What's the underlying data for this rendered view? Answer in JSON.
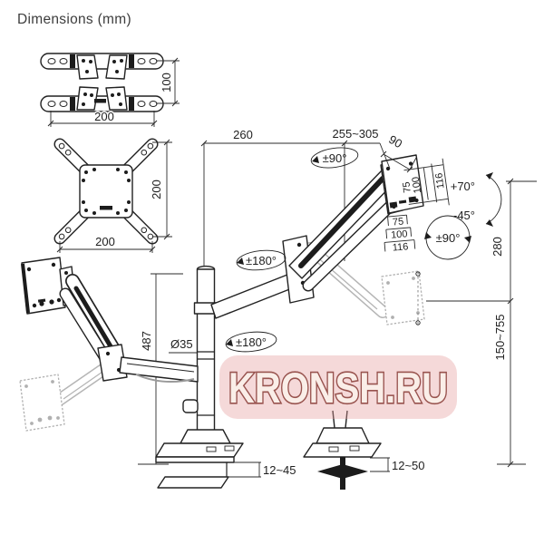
{
  "title": "Dimensions (mm)",
  "watermark": {
    "text": "KRONSH.RU",
    "bg_color": "#e59a9a",
    "text_color": "#8f4540"
  },
  "vesa_bar_adapter": {
    "height": "100",
    "width": "200"
  },
  "vesa_cross_adapter": {
    "height": "200",
    "width": "200"
  },
  "dimensions": {
    "left_arm_reach": "260",
    "right_arm_reach": "255~305",
    "head_offset": "90",
    "pole_height": "487",
    "pole_diameter": "Ø35",
    "lift_range": "280",
    "height_range": "150~755",
    "clamp_thickness": "12~45",
    "grommet_thickness": "12~50"
  },
  "angles": {
    "arm_swivel_top": "±90°",
    "upper_joint_swivel": "±180°",
    "lower_joint_swivel": "±180°",
    "tilt_up": "+70°",
    "tilt_down": "-45°",
    "plate_rotation": "±90°"
  },
  "vesa_plate": {
    "vertical": [
      "75",
      "100",
      "116"
    ],
    "horizontal": [
      "75",
      "100",
      "116"
    ]
  }
}
